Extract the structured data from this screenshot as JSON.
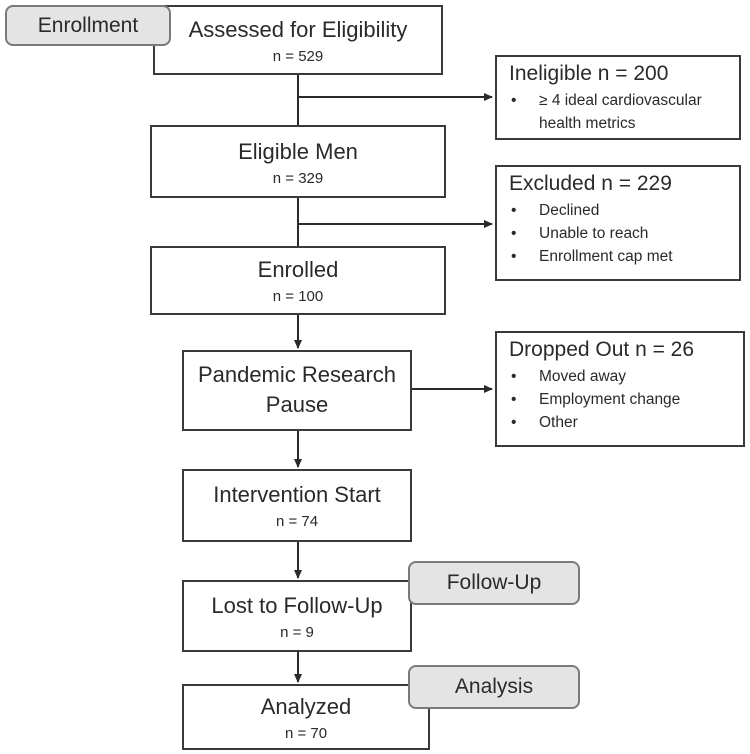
{
  "stages": {
    "enrollment": "Enrollment",
    "follow_up": "Follow-Up",
    "analysis": "Analysis"
  },
  "main": [
    {
      "title": "Assessed for Eligibility",
      "count": "n = 529"
    },
    {
      "title": "Eligible Men",
      "count": "n = 329"
    },
    {
      "title": "Enrolled",
      "count": "n = 100"
    },
    {
      "title": "Pandemic Research Pause",
      "title_line1": "Pandemic Research",
      "title_line2": "Pause"
    },
    {
      "title": "Intervention Start",
      "count": "n = 74"
    },
    {
      "title": "Lost to Follow-Up",
      "count": "n = 9"
    },
    {
      "title": "Analyzed",
      "count": "n = 70"
    }
  ],
  "side": [
    {
      "title": "Ineligible n = 200",
      "items": [
        "≥ 4 ideal cardiovascular health metrics"
      ],
      "item_line1": "≥ 4 ideal cardiovascular",
      "item_line2": "health metrics"
    },
    {
      "title": "Excluded n = 229",
      "items": [
        "Declined",
        "Unable to reach",
        "Enrollment cap met"
      ]
    },
    {
      "title": "Dropped Out n = 26",
      "items": [
        "Moved away",
        "Employment change",
        "Other"
      ]
    }
  ],
  "bullet_char": "•"
}
